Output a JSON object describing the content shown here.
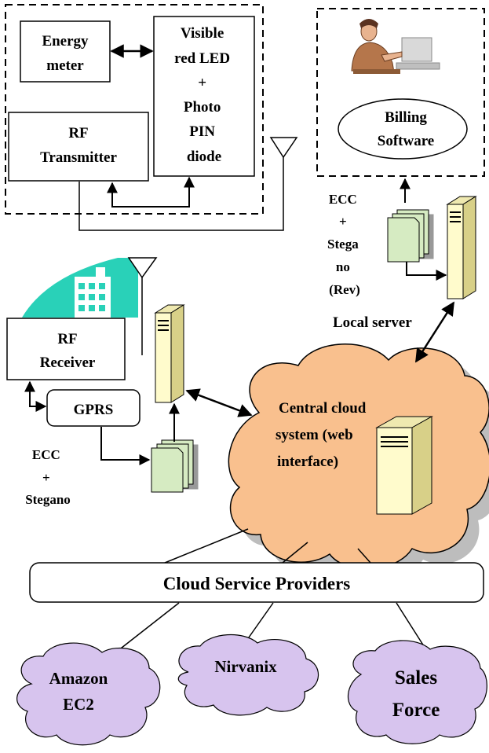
{
  "blocks": {
    "energy_meter": [
      "Energy",
      "meter"
    ],
    "led_pin": [
      "Visible",
      "red LED",
      "+",
      "Photo",
      "PIN",
      "diode"
    ],
    "rf_transmitter": [
      "RF",
      "Transmitter"
    ],
    "billing_software": [
      "Billing",
      "Software"
    ],
    "rf_receiver": [
      "RF",
      "Receiver"
    ],
    "gprs": "GPRS",
    "ecc_stegano_rev": [
      "ECC",
      "+",
      "Stega",
      "no",
      "(Rev)"
    ],
    "local_server": "Local server",
    "central_cloud": [
      "Central cloud",
      "system (web",
      "interface)"
    ],
    "ecc_stegano": [
      "ECC",
      "+",
      "Stegano"
    ],
    "cloud_service_providers": "Cloud Service Providers",
    "providers": [
      [
        "Amazon",
        "EC2"
      ],
      [
        "Nirvanix"
      ],
      [
        "Sales",
        "Force"
      ]
    ]
  },
  "colors": {
    "central_cloud_fill": "#f9c08e",
    "provider_cloud_fill": "#d7c4ee",
    "server_fill": "#fffbcc",
    "document_fill": "#d6ebc2",
    "building_fill": "#29d1b8"
  }
}
